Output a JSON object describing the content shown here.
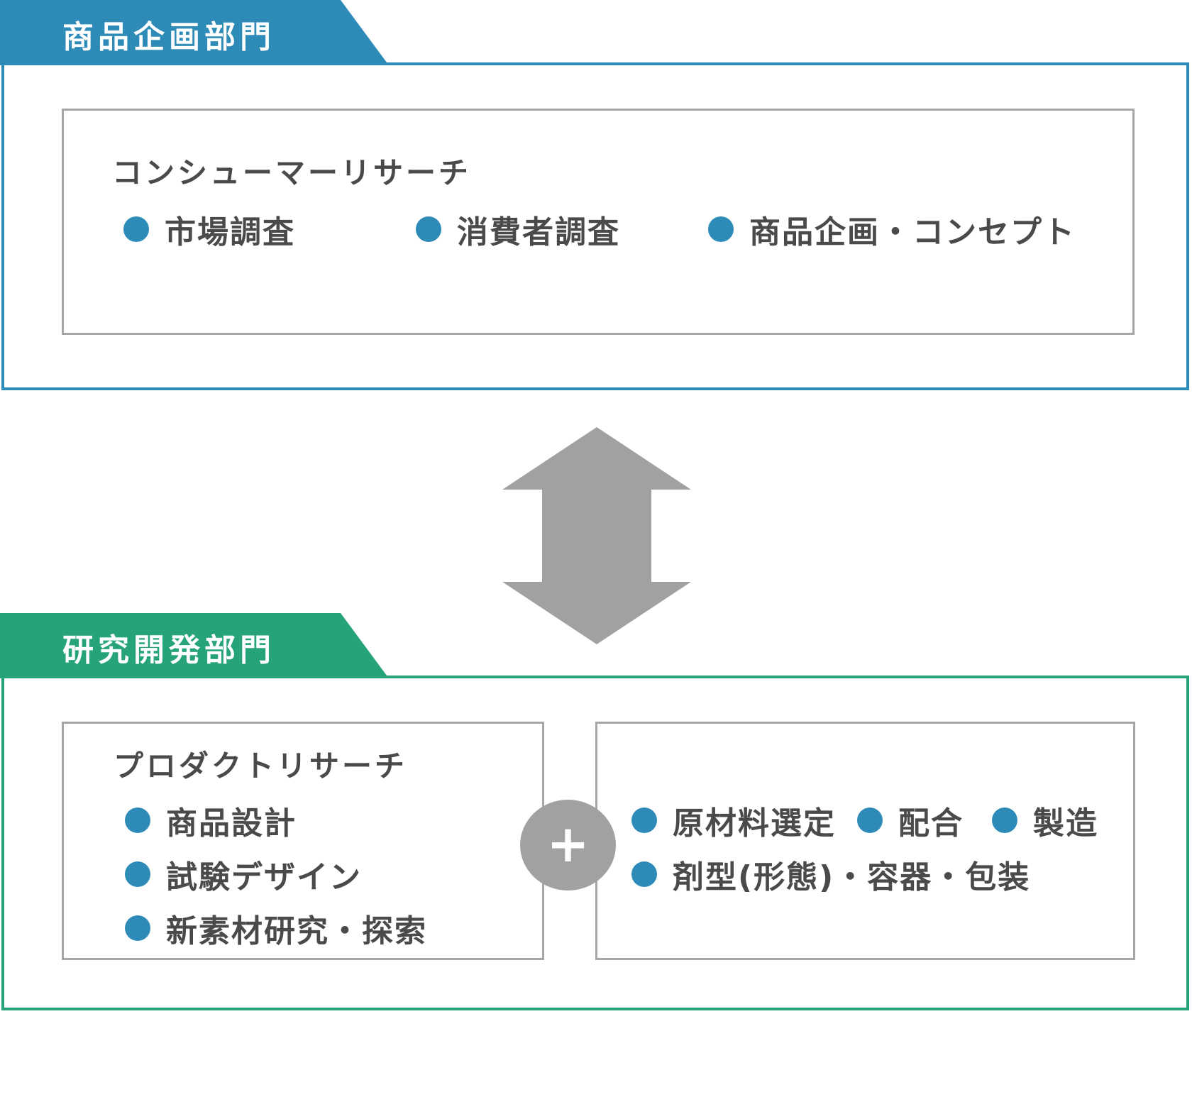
{
  "colors": {
    "planning_accent": "#2e8bb8",
    "rnd_accent": "#27a37b",
    "bullet": "#2e8bb8",
    "box_border": "#a6a6a6",
    "arrow": "#a0a1a0",
    "text": "#4a4a4a"
  },
  "planning": {
    "tab_label": "商品企画部門",
    "section_title": "コンシューマーリサーチ",
    "items": [
      "市場調査",
      "消費者調査",
      "商品企画・コンセプト"
    ]
  },
  "connector": {
    "icon": "double-vertical-arrow-icon"
  },
  "rnd": {
    "tab_label": "研究開発部門",
    "product_research": {
      "title": "プロダクトリサーチ",
      "items": [
        "商品設計",
        "試験デザイン",
        "新素材研究・探索"
      ]
    },
    "plus_symbol": "+",
    "formulation": {
      "row1": [
        "原材料選定",
        "配合",
        "製造"
      ],
      "row2": [
        "剤型(形態)・容器・包装"
      ]
    }
  }
}
